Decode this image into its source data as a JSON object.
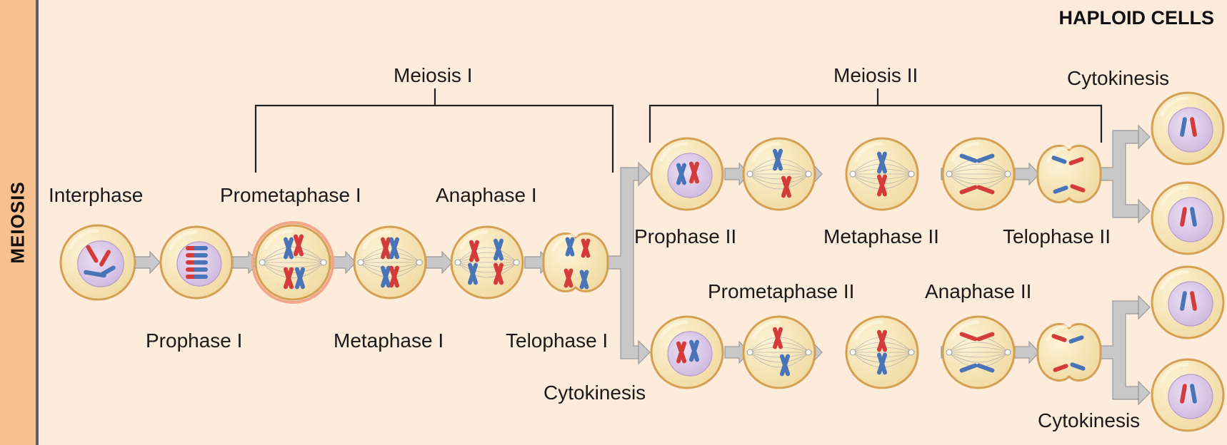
{
  "side_title": "MEIOSIS",
  "header": "HAPLOID CELLS",
  "groups": {
    "meiosis1": "Meiosis I",
    "meiosis2": "Meiosis II"
  },
  "stages": {
    "interphase": "Interphase",
    "prophase1": "Prophase I",
    "prometaphase1": "Prometaphase I",
    "metaphase1": "Metaphase I",
    "anaphase1": "Anaphase I",
    "telophase1": "Telophase I",
    "cytokinesis_mid": "Cytokinesis",
    "prophase2": "Prophase II",
    "metaphase2": "Metaphase II",
    "telophase2": "Telophase II",
    "prometaphase2": "Prometaphase II",
    "anaphase2": "Anaphase II",
    "cytokinesis_top": "Cytokinesis",
    "cytokinesis_bottom": "Cytokinesis"
  },
  "colors": {
    "background": "#fdebdc",
    "sidebar": "#f8c08e",
    "cell_fill": "#f8e6b0",
    "cell_stroke": "#d4a054",
    "nucleus": "#d7c3e4",
    "chromosome_red": "#d43c3c",
    "chromosome_blue": "#4a74b8",
    "arrow": "#c8c8c8"
  }
}
